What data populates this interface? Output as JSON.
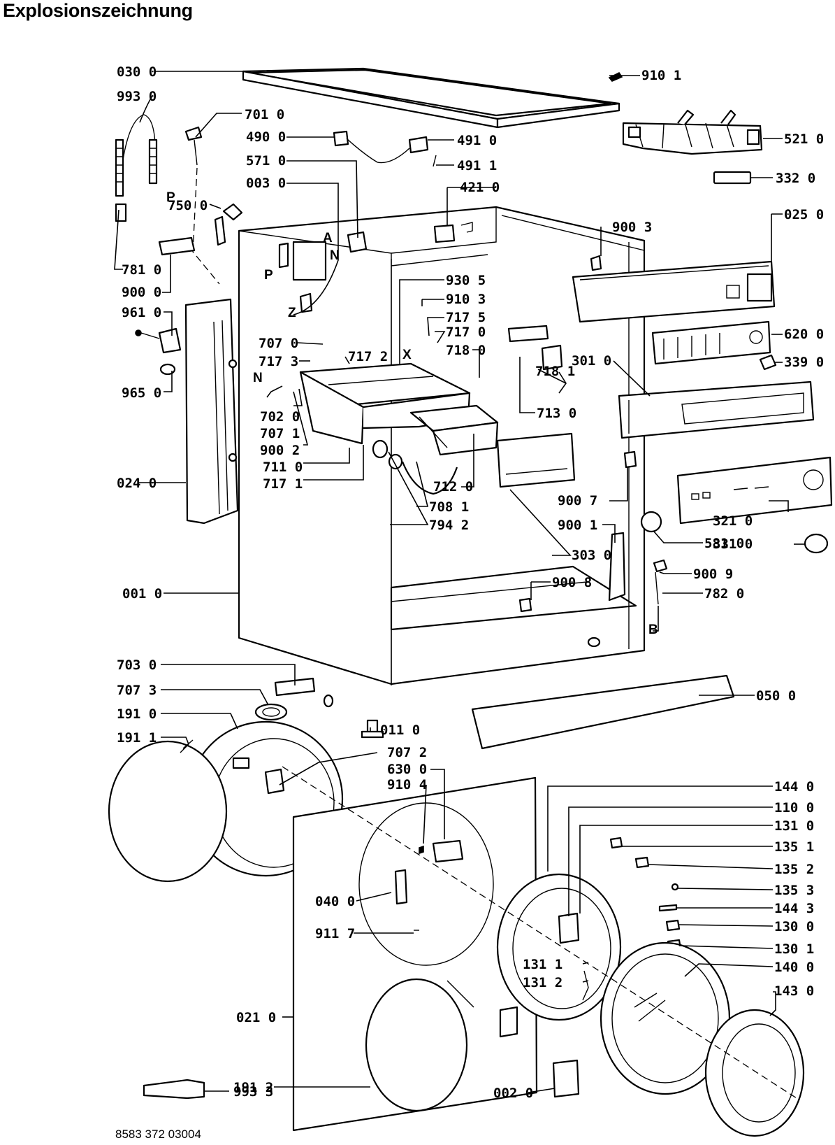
{
  "title": "Explosionszeichnung",
  "document_number": "8583 372 03004",
  "parts": [
    {
      "id": "p0300",
      "label": "030 0"
    },
    {
      "id": "p9930",
      "label": "993 0"
    },
    {
      "id": "p7010",
      "label": "701 0"
    },
    {
      "id": "p4900",
      "label": "490 0"
    },
    {
      "id": "p5710",
      "label": "571 0"
    },
    {
      "id": "p0030",
      "label": "003 0"
    },
    {
      "id": "p7500",
      "label": "750 0"
    },
    {
      "id": "p7810",
      "label": "781 0"
    },
    {
      "id": "p9000",
      "label": "900 0"
    },
    {
      "id": "p9610",
      "label": "961 0"
    },
    {
      "id": "p9650",
      "label": "965 0"
    },
    {
      "id": "p7070",
      "label": "707 0"
    },
    {
      "id": "p7173",
      "label": "717 3"
    },
    {
      "id": "p7172",
      "label": "717 2"
    },
    {
      "id": "p7020",
      "label": "702 0"
    },
    {
      "id": "p7071",
      "label": "707 1"
    },
    {
      "id": "p9002",
      "label": "900 2"
    },
    {
      "id": "p7110",
      "label": "711 0"
    },
    {
      "id": "p7171",
      "label": "717 1"
    },
    {
      "id": "p0240",
      "label": "024 0"
    },
    {
      "id": "p0010",
      "label": "001 0"
    },
    {
      "id": "p9101",
      "label": "910 1"
    },
    {
      "id": "p4910",
      "label": "491 0"
    },
    {
      "id": "p4911",
      "label": "491 1"
    },
    {
      "id": "p5210",
      "label": "521 0"
    },
    {
      "id": "p3320",
      "label": "332 0"
    },
    {
      "id": "p4210",
      "label": "421 0"
    },
    {
      "id": "p0250",
      "label": "025 0"
    },
    {
      "id": "p9003",
      "label": "900 3"
    },
    {
      "id": "p9305",
      "label": "930 5"
    },
    {
      "id": "p9103",
      "label": "910 3"
    },
    {
      "id": "p7175",
      "label": "717 5"
    },
    {
      "id": "p7170",
      "label": "717 0"
    },
    {
      "id": "p7180",
      "label": "718 0"
    },
    {
      "id": "p6200",
      "label": "620 0"
    },
    {
      "id": "p3010",
      "label": "301 0"
    },
    {
      "id": "p3390",
      "label": "339 0"
    },
    {
      "id": "p7181",
      "label": "718 1"
    },
    {
      "id": "p7130",
      "label": "713 0"
    },
    {
      "id": "p9007",
      "label": "900 7"
    },
    {
      "id": "p3210",
      "label": "321 0"
    },
    {
      "id": "p3310",
      "label": "331 0"
    },
    {
      "id": "p9001",
      "label": "900 1"
    },
    {
      "id": "p5810",
      "label": "581 0"
    },
    {
      "id": "p7120",
      "label": "712 0"
    },
    {
      "id": "p7081",
      "label": "708 1"
    },
    {
      "id": "p7942",
      "label": "794 2"
    },
    {
      "id": "p3030",
      "label": "303 0"
    },
    {
      "id": "p9008",
      "label": "900 8"
    },
    {
      "id": "p9009",
      "label": "900 9"
    },
    {
      "id": "p7820",
      "label": "782 0"
    },
    {
      "id": "p7030",
      "label": "703 0"
    },
    {
      "id": "p7073",
      "label": "707 3"
    },
    {
      "id": "p1910",
      "label": "191 0"
    },
    {
      "id": "p1911",
      "label": "191 1"
    },
    {
      "id": "p0500",
      "label": "050 0"
    },
    {
      "id": "p0110",
      "label": "011 0"
    },
    {
      "id": "p7072",
      "label": "707 2"
    },
    {
      "id": "p6300",
      "label": "630 0"
    },
    {
      "id": "p9104",
      "label": "910 4"
    },
    {
      "id": "p1440",
      "label": "144 0"
    },
    {
      "id": "p1100",
      "label": "110 0"
    },
    {
      "id": "p1310",
      "label": "131 0"
    },
    {
      "id": "p1351",
      "label": "135 1"
    },
    {
      "id": "p1352",
      "label": "135 2"
    },
    {
      "id": "p1353",
      "label": "135 3"
    },
    {
      "id": "p1443",
      "label": "144 3"
    },
    {
      "id": "p1300",
      "label": "130 0"
    },
    {
      "id": "p1301",
      "label": "130 1"
    },
    {
      "id": "p1400",
      "label": "140 0"
    },
    {
      "id": "p1430",
      "label": "143 0"
    },
    {
      "id": "p0400",
      "label": "040 0"
    },
    {
      "id": "p9117",
      "label": "911 7"
    },
    {
      "id": "p1311",
      "label": "131 1"
    },
    {
      "id": "p1312",
      "label": "131 2"
    },
    {
      "id": "p0210",
      "label": "021 0"
    },
    {
      "id": "p1912",
      "label": "191 2"
    },
    {
      "id": "p9933",
      "label": "993 3"
    },
    {
      "id": "p0020",
      "label": "002 0"
    }
  ],
  "markers": [
    {
      "id": "mP1",
      "label": "P"
    },
    {
      "id": "mA",
      "label": "A"
    },
    {
      "id": "mN1",
      "label": "N"
    },
    {
      "id": "mP2",
      "label": "P"
    },
    {
      "id": "mZ",
      "label": "Z"
    },
    {
      "id": "mN2",
      "label": "N"
    },
    {
      "id": "mX",
      "label": "X"
    },
    {
      "id": "mB",
      "label": "B"
    }
  ]
}
